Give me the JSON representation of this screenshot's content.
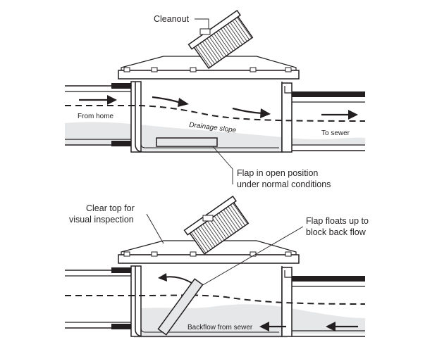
{
  "labels": {
    "cleanout": "Cleanout",
    "from_home": "From home",
    "drainage_slope": "Drainage slope",
    "to_sewer": "To sewer",
    "flap_open_line1": "Flap in open position",
    "flap_open_line2": "under normal conditions",
    "clear_top_line1": "Clear top for",
    "clear_top_line2": "visual inspection",
    "flap_floats_line1": "Flap floats up to",
    "flap_floats_line2": "block back flow",
    "backflow": "Backflow from sewer"
  },
  "colors": {
    "ink": "#231f20",
    "water": "#e6e7e8",
    "pipe_fill": "#ffffff",
    "dark_flange": "#231f20"
  }
}
